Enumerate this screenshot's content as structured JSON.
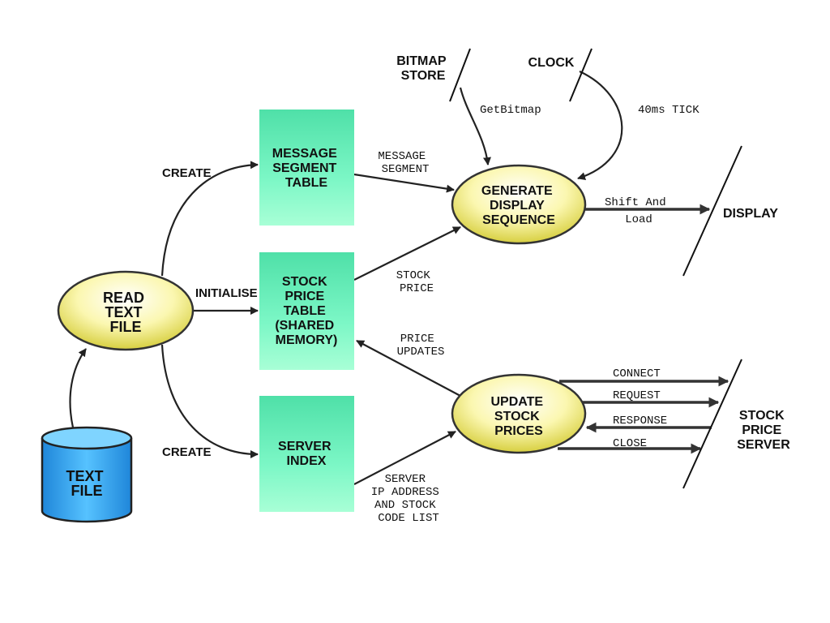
{
  "nodes": {
    "text_file": {
      "lines": [
        "TEXT",
        "FILE"
      ]
    },
    "read_text_file": {
      "lines": [
        "READ",
        "TEXT",
        "FILE"
      ]
    },
    "message_segment_table": {
      "lines": [
        "MESSAGE",
        "SEGMENT",
        "TABLE"
      ]
    },
    "stock_price_table": {
      "lines": [
        "STOCK",
        "PRICE",
        "TABLE",
        "(SHARED",
        "MEMORY)"
      ]
    },
    "server_index": {
      "lines": [
        "SERVER",
        "INDEX"
      ]
    },
    "generate_display_sequence": {
      "lines": [
        "GENERATE",
        "DISPLAY",
        "SEQUENCE"
      ]
    },
    "update_stock_prices": {
      "lines": [
        "UPDATE",
        "STOCK",
        "PRICES"
      ]
    }
  },
  "terminators": {
    "bitmap_store": {
      "lines": [
        "BITMAP",
        "STORE"
      ]
    },
    "clock": {
      "lines": [
        "CLOCK"
      ]
    },
    "display": {
      "lines": [
        "DISPLAY"
      ]
    },
    "stock_price_server": {
      "lines": [
        "STOCK",
        "PRICE",
        "SERVER"
      ]
    }
  },
  "flows": {
    "create_top": "CREATE",
    "initialise": "INITIALISE",
    "create_bottom": "CREATE",
    "message_segment": [
      "MESSAGE",
      "SEGMENT"
    ],
    "stock_price": [
      "STOCK",
      "PRICE"
    ],
    "price_updates": [
      "PRICE",
      "UPDATES"
    ],
    "server_ip": [
      "SERVER",
      "IP ADDRESS",
      "AND STOCK",
      "CODE LIST"
    ],
    "get_bitmap": "GetBitmap",
    "tick": "40ms TICK",
    "shift_and_load": [
      "Shift And",
      "Load"
    ],
    "connect": "CONNECT",
    "request": "REQUEST",
    "response": "RESPONSE",
    "close": "CLOSE"
  }
}
